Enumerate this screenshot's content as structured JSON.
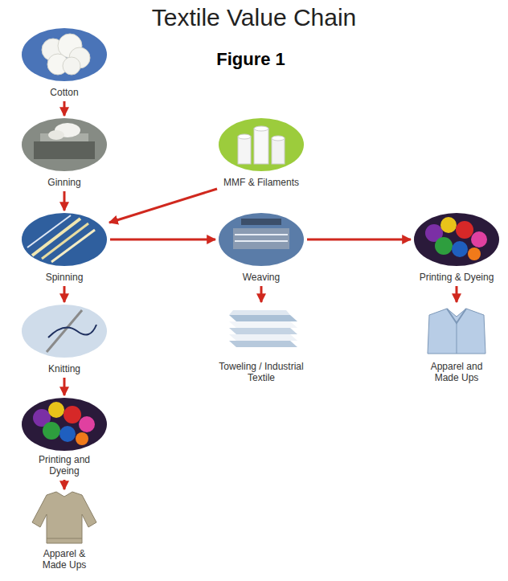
{
  "diagram": {
    "title": "Textile Value Chain",
    "nodes": [
      {
        "text": [
          "Cotton"
        ]
      },
      {
        "text": [
          "Ginning"
        ]
      },
      {
        "text": [
          "MMF & Filaments"
        ]
      },
      {
        "text": [
          "Spinning"
        ]
      },
      {
        "text": [
          "Weaving"
        ]
      },
      {
        "text": [
          "Printing & Dyeing"
        ]
      },
      {
        "text": [
          "Knitting"
        ]
      },
      {
        "text": [
          "Toweling / Industrial Textile"
        ]
      },
      {
        "text": [
          "Apparel and Made Ups"
        ]
      },
      {
        "text": [
          "Printing and Dyeing"
        ]
      },
      {
        "text": [
          "Apparel & Made Ups"
        ]
      }
    ],
    "edges": [
      {
        "from": 0,
        "to": 1,
        "arrow": "to"
      },
      {
        "from": 1,
        "to": 3,
        "arrow": "to"
      },
      {
        "from": 2,
        "to": 3,
        "arrow": "to"
      },
      {
        "from": 3,
        "to": 4,
        "arrow": "to"
      },
      {
        "from": 3,
        "to": 6,
        "arrow": "to"
      },
      {
        "from": 4,
        "to": 7,
        "arrow": "to"
      },
      {
        "from": 4,
        "to": 5,
        "arrow": "to"
      },
      {
        "from": 5,
        "to": 8,
        "arrow": "to"
      },
      {
        "from": 6,
        "to": 9,
        "arrow": "to"
      },
      {
        "from": 9,
        "to": 10,
        "arrow": "to"
      }
    ],
    "labels": [
      "Figure 1"
    ]
  }
}
